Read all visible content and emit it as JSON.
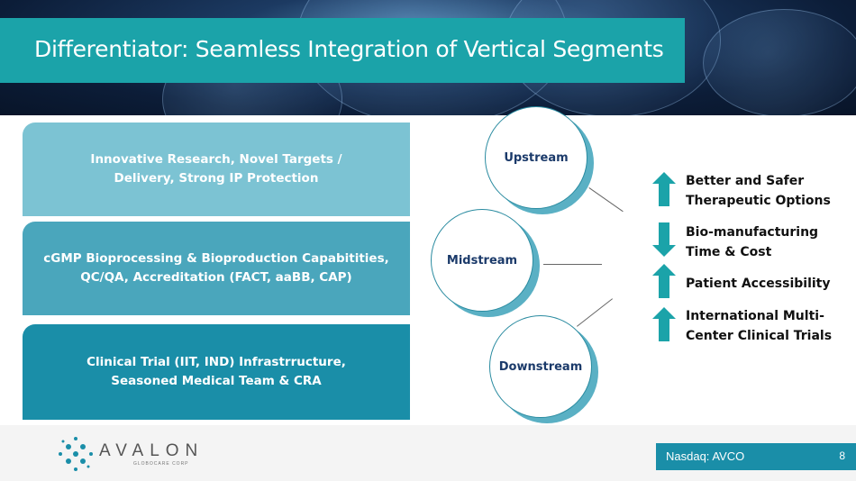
{
  "title": "Differentiator: Seamless Integration of Vertical Segments",
  "segments": [
    {
      "line1": "Innovative Research, Novel Targets /",
      "line2": "Delivery, Strong IP Protection",
      "color": "#7cc3d3"
    },
    {
      "line1": "cGMP Bioprocessing & Bioproduction Capabitities,",
      "line2": "QC/QA,  Accreditation (FACT, aaBB, CAP)",
      "color": "#4aa6bc"
    },
    {
      "line1": "Clinical Trial (IIT, IND) Infrastrructure,",
      "line2": "Seasoned Medical Team & CRA",
      "color": "#1a8ea8"
    }
  ],
  "stages": [
    "Upstream",
    "Midstream",
    "Downstream"
  ],
  "benefits": [
    {
      "line1": "Better and Safer",
      "line2": "Therapeutic Options",
      "direction": "up"
    },
    {
      "line1": "Bio-manufacturing",
      "line2": "Time & Cost",
      "direction": "down"
    },
    {
      "line1": "Patient Accessibility",
      "line2": "",
      "direction": "up"
    },
    {
      "line1": "International Multi-",
      "line2": "Center Clinical Trials",
      "direction": "up"
    }
  ],
  "footer": {
    "logo": "AVALON",
    "logo_sub": "GLOBOCARE CORP",
    "ticker": "Nasdaq: AVCO",
    "page": "8"
  },
  "accent": "#1ba3a9"
}
